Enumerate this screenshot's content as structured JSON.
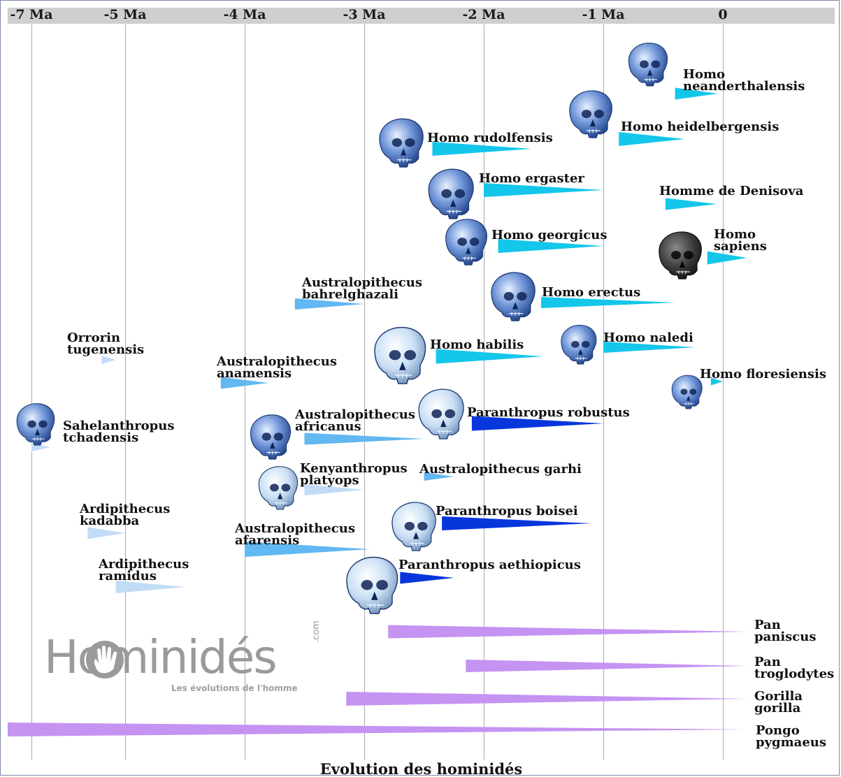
{
  "chart_data": {
    "type": "range",
    "title": "Evolution des hominidés",
    "x_axis": {
      "ticks": [
        {
          "value": -7,
          "label": "-7 Ma"
        },
        {
          "value": -5,
          "label": "-5 Ma"
        },
        {
          "value": -4,
          "label": "-4 Ma"
        },
        {
          "value": -3,
          "label": "-3 Ma"
        },
        {
          "value": -2,
          "label": "-2 Ma"
        },
        {
          "value": -1,
          "label": "-1 Ma"
        },
        {
          "value": 0,
          "label": "0"
        }
      ],
      "unit": "Ma"
    },
    "series": [
      {
        "name": "Homo neanderthalensis",
        "lines": [
          "Homo",
          "neanderthalensis"
        ],
        "start": -0.4,
        "end": -0.04,
        "group": "homo",
        "skull": true
      },
      {
        "name": "Homo heidelbergensis",
        "lines": [
          "Homo heidelbergensis"
        ],
        "start": -0.87,
        "end": -0.32,
        "group": "homo",
        "skull": true
      },
      {
        "name": "Homo rudolfensis",
        "lines": [
          "Homo rudolfensis"
        ],
        "start": -2.43,
        "end": -1.6,
        "group": "homo",
        "skull": true
      },
      {
        "name": "Homo ergaster",
        "lines": [
          "Homo ergaster"
        ],
        "start": -2.0,
        "end": -1.0,
        "group": "homo",
        "skull": true
      },
      {
        "name": "Homme de Denisova",
        "lines": [
          "Homme de Denisova"
        ],
        "start": -0.48,
        "end": -0.05,
        "group": "homo",
        "skull": false
      },
      {
        "name": "Homo georgicus",
        "lines": [
          "Homo georgicus"
        ],
        "start": -1.88,
        "end": -1.0,
        "group": "homo",
        "skull": true
      },
      {
        "name": "Homo sapiens",
        "lines": [
          "Homo",
          "sapiens"
        ],
        "start": -0.13,
        "end": 0.2,
        "group": "homo",
        "skull": true
      },
      {
        "name": "Australopithecus bahrelghazali",
        "lines": [
          "Australopithecus",
          "bahrelghazali"
        ],
        "start": -3.58,
        "end": -3.0,
        "group": "australo",
        "skull": false
      },
      {
        "name": "Homo erectus",
        "lines": [
          "Homo erectus"
        ],
        "start": -1.52,
        "end": -0.4,
        "group": "homo",
        "skull": true
      },
      {
        "name": "Orrorin tugenensis",
        "lines": [
          "Orrorin",
          "tugenensis"
        ],
        "start": -5.5,
        "end": -5.2,
        "group": "early",
        "skull": false
      },
      {
        "name": "Homo habilis",
        "lines": [
          "Homo habilis"
        ],
        "start": -2.4,
        "end": -1.5,
        "group": "homo",
        "skull": true
      },
      {
        "name": "Homo naledi",
        "lines": [
          "Homo naledi"
        ],
        "start": -1.0,
        "end": -0.23,
        "group": "homo",
        "skull": true
      },
      {
        "name": "Australopithecus anamensis",
        "lines": [
          "Australopithecus",
          "anamensis"
        ],
        "start": -4.2,
        "end": -3.8,
        "group": "australo",
        "skull": false
      },
      {
        "name": "Homo floresiensis",
        "lines": [
          "Homo floresiensis"
        ],
        "start": -0.1,
        "end": 0.0,
        "group": "homo",
        "skull": true
      },
      {
        "name": "Sahelanthropus tchadensis",
        "lines": [
          "Sahelanthropus",
          "tchadensis"
        ],
        "start": -7.0,
        "end": -6.6,
        "group": "early",
        "skull": true
      },
      {
        "name": "Australopithecus africanus",
        "lines": [
          "Australopithecus",
          "africanus"
        ],
        "start": -3.5,
        "end": -2.5,
        "group": "australo",
        "skull": true
      },
      {
        "name": "Paranthropus robustus",
        "lines": [
          "Paranthropus robustus"
        ],
        "start": -2.1,
        "end": -1.0,
        "group": "paranthropus",
        "skull": true
      },
      {
        "name": "Kenyanthropus platyops",
        "lines": [
          "Kenyanthropus",
          "platyops"
        ],
        "start": -3.5,
        "end": -3.0,
        "group": "early",
        "skull": true
      },
      {
        "name": "Australopithecus garhi",
        "lines": [
          "Australopithecus garhi"
        ],
        "start": -2.5,
        "end": -2.25,
        "group": "australo",
        "skull": false
      },
      {
        "name": "Ardipithecus kadabba",
        "lines": [
          "Ardipithecus",
          "kadabba"
        ],
        "start": -5.8,
        "end": -5.0,
        "group": "early",
        "skull": false
      },
      {
        "name": "Paranthropus boisei",
        "lines": [
          "Paranthropus boisei"
        ],
        "start": -2.35,
        "end": -1.1,
        "group": "paranthropus",
        "skull": true
      },
      {
        "name": "Australopithecus afarensis",
        "lines": [
          "Australopithecus",
          "afarensis"
        ],
        "start": -4.0,
        "end": -2.95,
        "group": "australo",
        "skull": false
      },
      {
        "name": "Ardipithecus ramidus",
        "lines": [
          "Ardipithecus",
          "ramidus"
        ],
        "start": -5.2,
        "end": -4.5,
        "group": "early",
        "skull": false
      },
      {
        "name": "Paranthropus aethiopicus",
        "lines": [
          "Paranthropus aethiopicus"
        ],
        "start": -2.7,
        "end": -2.25,
        "group": "paranthropus",
        "skull": true
      },
      {
        "name": "Pan paniscus",
        "lines": [
          "Pan",
          "paniscus"
        ],
        "start": -2.8,
        "end": 0.2,
        "group": "ape",
        "skull": false
      },
      {
        "name": "Pan troglodytes",
        "lines": [
          "Pan",
          "troglodytes"
        ],
        "start": -2.15,
        "end": 0.2,
        "group": "ape",
        "skull": false
      },
      {
        "name": "Gorilla gorilla",
        "lines": [
          "Gorilla",
          "gorilla"
        ],
        "start": -3.15,
        "end": 0.2,
        "group": "ape",
        "skull": false
      },
      {
        "name": "Pongo pygmaeus",
        "lines": [
          "Pongo",
          "pygmaeus"
        ],
        "start": -7.2,
        "end": 0.2,
        "group": "ape",
        "skull": false
      }
    ],
    "group_colors": {
      "homo": "#14c6ea",
      "australo": "#62b8f0",
      "early": "#c2dcf6",
      "paranthropus": "#0636dc",
      "ape": "#c593f2"
    },
    "grid": true
  },
  "logo": {
    "main": "Hominidés",
    "domain": ".com",
    "tagline": "Les évolutions de l'homme"
  },
  "skull_colors": {
    "default": "#5f86d0",
    "light": "#c9dff5",
    "dark": "#2d2d2d"
  }
}
